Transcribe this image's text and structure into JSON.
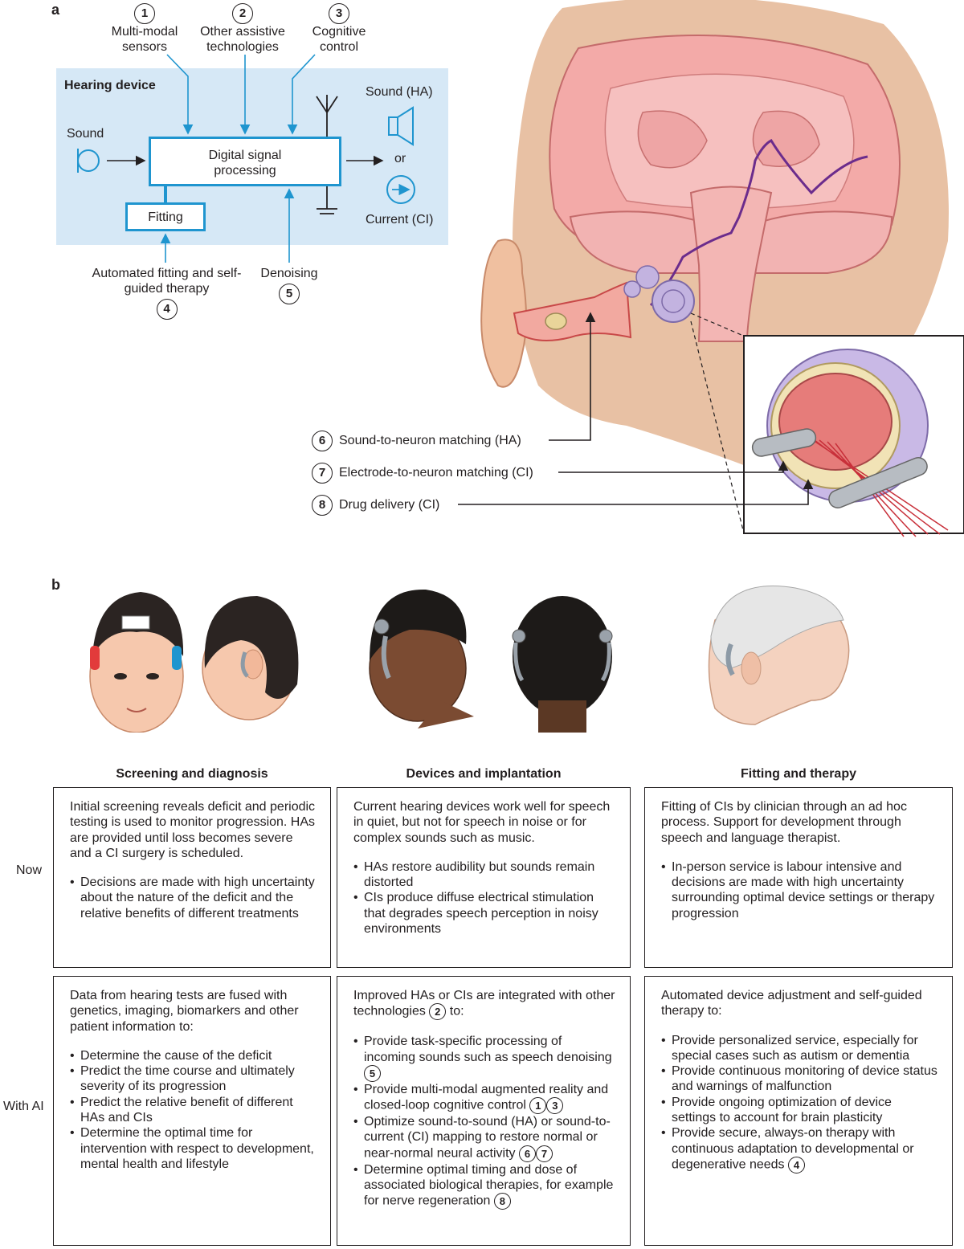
{
  "panel_a": {
    "letter": "a",
    "hearing_device_title": "Hearing device",
    "sound_label": "Sound",
    "dsp_label": "Digital signal processing",
    "fitting_label": "Fitting",
    "output_hs": "Sound (HA)",
    "output_or": "or",
    "output_ci": "Current (CI)",
    "inputs": [
      {
        "num": "1",
        "label": "Multi-modal sensors"
      },
      {
        "num": "2",
        "label": "Other assistive technologies"
      },
      {
        "num": "3",
        "label": "Cognitive control"
      },
      {
        "num": "4",
        "label": "Automated fitting and self-guided therapy"
      },
      {
        "num": "5",
        "label": "Denoising"
      }
    ],
    "callouts": [
      {
        "num": "6",
        "label": "Sound-to-neuron matching (HA)"
      },
      {
        "num": "7",
        "label": "Electrode-to-neuron matching (CI)"
      },
      {
        "num": "8",
        "label": "Drug delivery (CI)"
      }
    ]
  },
  "panel_b": {
    "letter": "b",
    "columns": [
      "Screening and diagnosis",
      "Devices and implantation",
      "Fitting and therapy"
    ],
    "rows": [
      "Now",
      "With AI"
    ],
    "now": [
      {
        "intro": "Initial screening reveals deficit and periodic testing is used to monitor progression. HAs are provided until loss becomes severe and a CI surgery is scheduled.",
        "bullets": [
          "Decisions are made with high uncertainty about the nature of the deficit and the relative benefits of different treatments"
        ]
      },
      {
        "intro": "Current hearing devices work well for speech in quiet, but not for speech in noise or for complex sounds such as music.",
        "bullets": [
          "HAs restore audibility but sounds remain distorted",
          "CIs produce diffuse electrical stimulation that degrades speech perception in noisy environments"
        ]
      },
      {
        "intro": "Fitting of CIs by clinician through an ad hoc process. Support for development through speech and language therapist.",
        "bullets": [
          "In-person service is labour intensive and decisions are made with high uncertainty surrounding optimal device settings or therapy progression"
        ]
      }
    ],
    "ai": [
      {
        "intro": "Data from hearing tests are fused with genetics, imaging, biomarkers and other patient information to:",
        "bullets": [
          "Determine the cause of the deficit",
          "Predict the time course and ultimately severity of its progression",
          "Predict the relative benefit of different HAs and CIs",
          "Determine the optimal time for intervention with respect to development, mental health and lifestyle"
        ]
      },
      {
        "intro": "Improved HAs or CIs are integrated with other technologies",
        "intro_refs": [
          "2"
        ],
        "intro_tail": " to:",
        "bullets": [
          {
            "text": "Provide task-specific processing of incoming sounds such as speech denoising",
            "refs": [
              "5"
            ]
          },
          {
            "text": "Provide multi-modal augmented reality and closed-loop cognitive control",
            "refs": [
              "1",
              "3"
            ]
          },
          {
            "text": "Optimize sound-to-sound (HA) or sound-to-current (CI) mapping to restore normal or near-normal neural activity",
            "refs": [
              "6",
              "7"
            ]
          },
          {
            "text": "Determine optimal timing and dose of associated biological therapies, for example for nerve regeneration",
            "refs": [
              "8"
            ]
          }
        ]
      },
      {
        "intro": "Automated device adjustment and self-guided therapy to:",
        "bullets": [
          {
            "text": "Provide personalized service, especially for special cases such as autism or dementia",
            "refs": []
          },
          {
            "text": "Provide continuous monitoring of device status and warnings of malfunction",
            "refs": []
          },
          {
            "text": "Provide ongoing optimization of device settings to account for brain plasticity",
            "refs": []
          },
          {
            "text": "Provide secure, always-on therapy with continuous adaptation to developmental or degenerative needs",
            "refs": [
              "4"
            ]
          }
        ]
      }
    ]
  },
  "colors": {
    "accent_blue": "#1f95cf",
    "panel_bg": "#d6e8f6",
    "brain_pink": "#f0a8a8",
    "head_tan": "#e8c1a4",
    "nerve_purple": "#6b2c8c"
  }
}
